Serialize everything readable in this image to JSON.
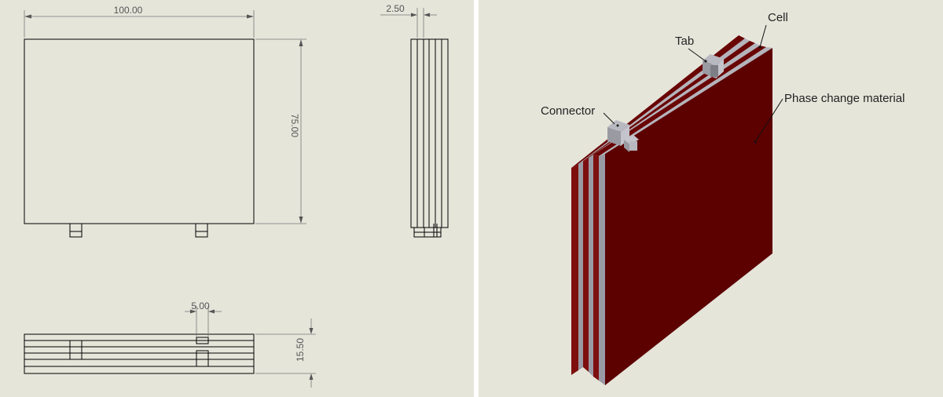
{
  "drawing": {
    "dims": {
      "width": "100.00",
      "height": "75.00",
      "thickness": "2.50",
      "tab_width": "5.00",
      "total_thickness": "15.50"
    }
  },
  "model": {
    "labels": {
      "cell": "Cell",
      "tab": "Tab",
      "connector": "Connector",
      "pcm": "Phase change material"
    },
    "colors": {
      "pcm": "#5c0000",
      "cell": "#a0a0a8",
      "background": "#e6e5da"
    }
  }
}
